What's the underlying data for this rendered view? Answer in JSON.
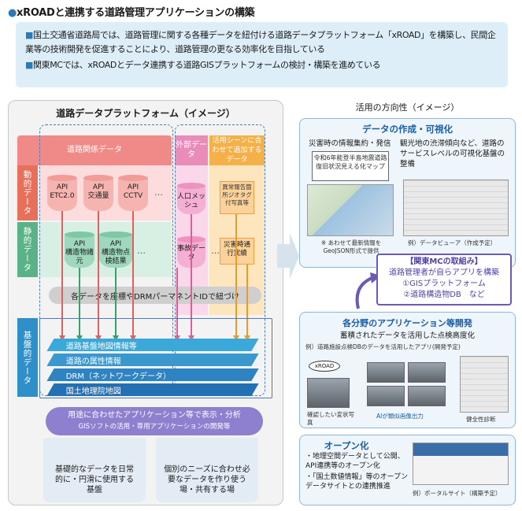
{
  "title": {
    "dot": "●",
    "text": "xROADと連携する道路管理アプリケーションの構築"
  },
  "summary": [
    {
      "bullet": "■",
      "text": "国土交通省道路局では、道路管理に関する各種データを紐付ける道路データプラットフォーム「xROAD」を構築し、民間企業等の技術開発を促進することにより、道路管理の更なる効率化を目指している"
    },
    {
      "bullet": "■",
      "text": "関東MCでは、xROADとデータ連携する道路GISプラットフォームの検討・構築を進めている"
    }
  ],
  "platform": {
    "title": "道路データプラットフォーム（イメージ）",
    "col_headers": [
      "道路関係データ",
      "外部データ",
      "活用シーンに合わせて追加するデータ"
    ],
    "row_labels": [
      "動的データ",
      "静的データ",
      "基盤的データ"
    ],
    "dynamic_cylinders": [
      {
        "api": "API",
        "label": "ETC2.0"
      },
      {
        "api": "API",
        "label": "交通量"
      },
      {
        "api": "API",
        "label": "CCTV"
      }
    ],
    "dots": "…",
    "ext_dynamic": "人口メッシュ",
    "add_dynamic": "異常報告箇所ジオタグ付写真等",
    "static_cylinders": [
      {
        "api": "API",
        "label": "構造物諸元"
      },
      {
        "api": "API",
        "label": "構造物点検結果"
      }
    ],
    "ext_static": "事故データ",
    "add_static": "災害時通行実績",
    "link_bar": "各データを座標やDRMパーマネントIDで紐づけ",
    "layers": [
      "道路基盤地図情報等",
      "道路の属性情報",
      "DRM（ネットワークデータ）",
      "国土地理院地図"
    ],
    "apps_oval": [
      "用途に合わせたアプリケーション等で表示・分析",
      "GISソフトの活用・専用アプリケーションの開発等"
    ],
    "bottom_left": "基礎的なデータを日常的に・円滑に使用する基盤",
    "bottom_right": "個別のニーズに合わせ必要なデータを作り使う場・共有する場"
  },
  "right": {
    "heading": "活用の方向性（イメージ）",
    "viz": {
      "title": "データの作成・可視化",
      "left_caption": "災害時の情報集約・発信",
      "left_box": "令和6年能登半島地震道路復旧状況見える化マップ",
      "right_caption": "観光地の渋滞傾向など、道路のサービスレベルの可視化基盤の整備",
      "note": "※ あわせて最新情報をGeoJSON形式で提供",
      "example": "例）データビューア（作成予定）"
    },
    "kanto": {
      "title": "【関東MCの取組み】",
      "line1": "道路管理者が自らアプリを構築",
      "line2": "①GISプラットフォーム",
      "line3": "②道路構造物DB　など"
    },
    "apps": {
      "title": "各分野のアプリケーション等開発",
      "sub": "蓄積されたデータを活用した点検高度化",
      "example": "例）道路施設点検DBのデータを活用したアプリ(開発予定)",
      "cap1": "確認したい変状写真",
      "cap2": "AIが類似画像出力",
      "cap3": "健全性診断",
      "badge": "xROAD"
    },
    "open": {
      "title": "オープン化",
      "item1": "・地理空間データとして公開、API連携等のオープン化",
      "item2": "・「国土数値情報」等のオープンデータサイトとの連携推進",
      "example": "例）ポータルサイト（構築予定）"
    }
  },
  "colors": {
    "accent": "#2b7bb9",
    "road": "#f07a7a",
    "external": "#e98bb8",
    "added": "#f2a640",
    "base": "#3aa9d9"
  }
}
